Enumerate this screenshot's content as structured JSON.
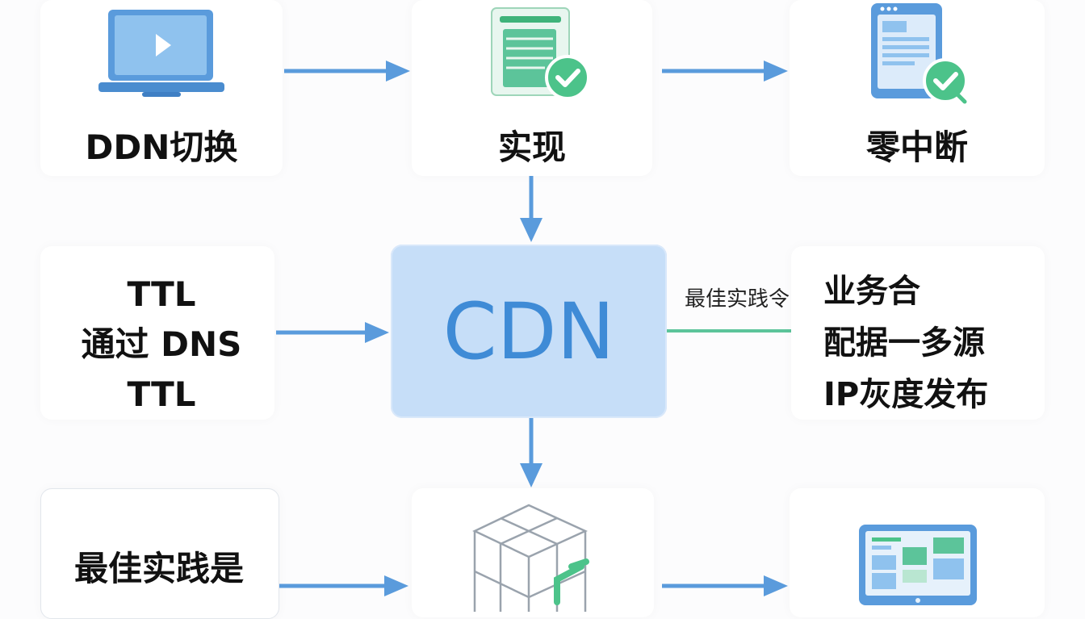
{
  "nodes": {
    "top_left": "DDN切换",
    "top_center": "实现",
    "top_right": "零中断",
    "center": "CDN",
    "mid_left": [
      "TTL",
      "通过 DNS",
      "TTL"
    ],
    "mid_right": [
      "业务合",
      "配据一多源",
      "IP灰度发布"
    ],
    "mid_right_annotation": "最佳实践令",
    "bottom_left": "最佳实践是"
  },
  "colors": {
    "arrow": "#5a9bdc",
    "connector_green": "#5cc49a",
    "cdn_fill": "#c6def8",
    "cdn_text": "#3f8bd6",
    "check_green": "#4cc38a"
  },
  "icons": [
    "laptop-play-icon",
    "document-check-icon",
    "tablet-check-icon",
    "cube-icon",
    "monitor-dashboard-icon"
  ]
}
